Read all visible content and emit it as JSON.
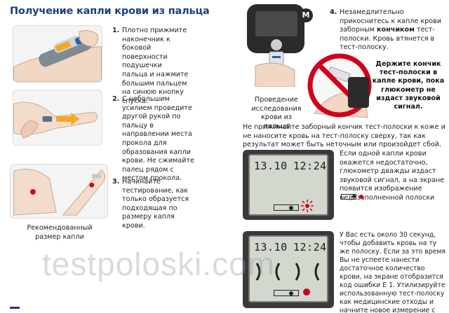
{
  "title": "Получение капли крови из пальца",
  "steps": [
    {
      "num": "1.",
      "text": "Плотно прижмите наконечник к боковой поверхности подушечки пальца и нажмите большим пальцем на синюю кнопку спуска."
    },
    {
      "num": "2.",
      "text": "С небольшим усилием проведите другой рукой по пальцу в направлении места прокола для образования капли крови. Не сжимайте палец рядом с местом прокола."
    },
    {
      "num": "3.",
      "text": "Начинайте тестирование, как только образуется подходящая по размеру капля крови."
    }
  ],
  "drop_caption": "Рекомендованный размер капли",
  "step4": {
    "num": "4.",
    "before": "Незамедлительно прикоснитесь к капле крови заборным ",
    "bold": "кончиком",
    "after": " тест-полоски. Кровь втянется в тест-полоску."
  },
  "check_caption": "Проведение исследования крови из пальца",
  "warning": "Держите кончик тест-полоски в капле крови, пока глюкометр не издаст звуковой сигнал.",
  "note": "Не прижимайте заборный кончик тест-полоски к коже и не наносите кровь на тест-полоску сверху, так как результат может быть неточным или произойдет сбой.",
  "lcd1": {
    "date": "13.10",
    "time": "12:24",
    "text": "Если одной капли крови окажется недостаточно, глюкометр дважды издаст звуковой сигнал, а на экране появится изображение недозаполненной полоски"
  },
  "lcd2": {
    "date": "13.10",
    "time": "12:24",
    "text": "У Вас есть около 30 секунд, чтобы добавить кровь на ту же полоску. Если за это время Вы не успеете нанести достаточное количество крови, на экране отобразится код ошибки Е 1. Утилизируйте использованную тест-полоску как медицинские отходы и начните новое измерение с новой полоской."
  },
  "meter_button": "M",
  "watermark": "testpoloski.com",
  "colors": {
    "title": "#1f3f7a",
    "accent_red": "#d0021b",
    "arrow": "#f5a623",
    "blue": "#2a5db0"
  }
}
